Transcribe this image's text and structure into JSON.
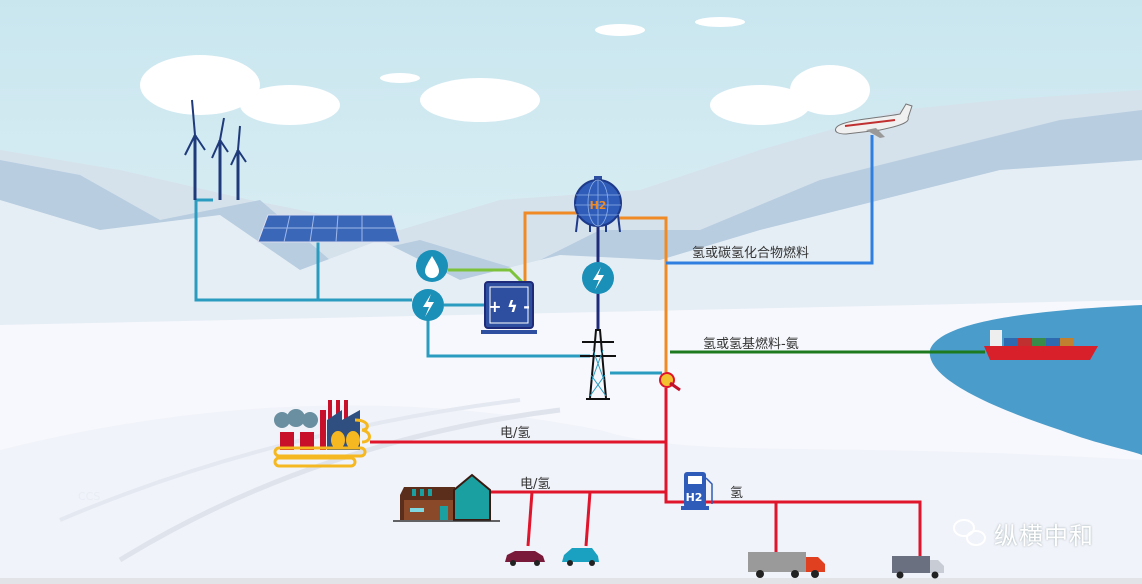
{
  "labels": {
    "hydrocarbon_fuel": "氢或碳氢化合物燃料",
    "hydrogen_based_fuel": "氢或氢基燃料-氨",
    "power_hydrogen_industry": "电/氢",
    "power_hydrogen_home": "电/氢",
    "hydrogen_transport": "氢",
    "ccs": "CCS",
    "tank_label": "H2",
    "station_label": "H2"
  },
  "watermark": "纵横中和",
  "colors": {
    "power_line": "#2a9cc0",
    "hydrogen_line": "#f08a24",
    "fuel_line": "#2f7fe0",
    "ammonia_line": "#1e7a1e",
    "end_use_line": "#e0142a",
    "grid_line": "#1e2a7a",
    "water_line": "#7cc23a"
  }
}
